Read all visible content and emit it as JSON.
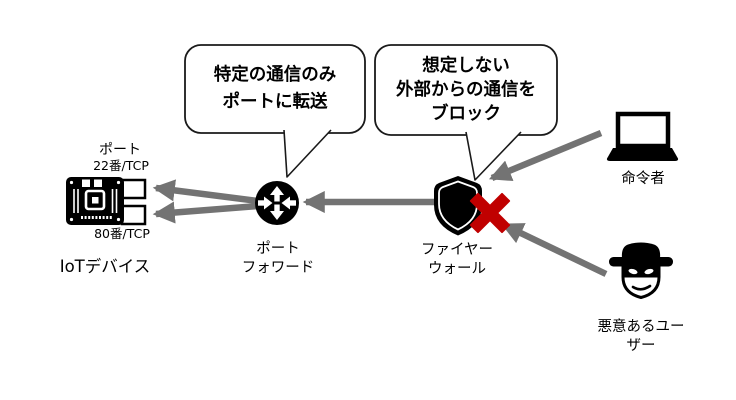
{
  "diagram": {
    "iot_device": {
      "port_title": "ポート",
      "port_top": "22番/TCP",
      "port_bottom": "80番/TCP",
      "label": "IoTデバイス"
    },
    "port_forward": {
      "label": "ポート\nフォワード",
      "callout": "特定の通信のみ\nポートに転送"
    },
    "firewall": {
      "label": "ファイヤー\nウォール",
      "callout": "想定しない\n外部からの通信を\nブロック"
    },
    "commander": {
      "label": "命令者"
    },
    "malicious_user": {
      "label": "悪意あるユー\nザー"
    },
    "colors": {
      "arrow_gray": "#737373",
      "block_red": "#c00000",
      "icon_black": "#000000",
      "background": "#ffffff"
    }
  }
}
